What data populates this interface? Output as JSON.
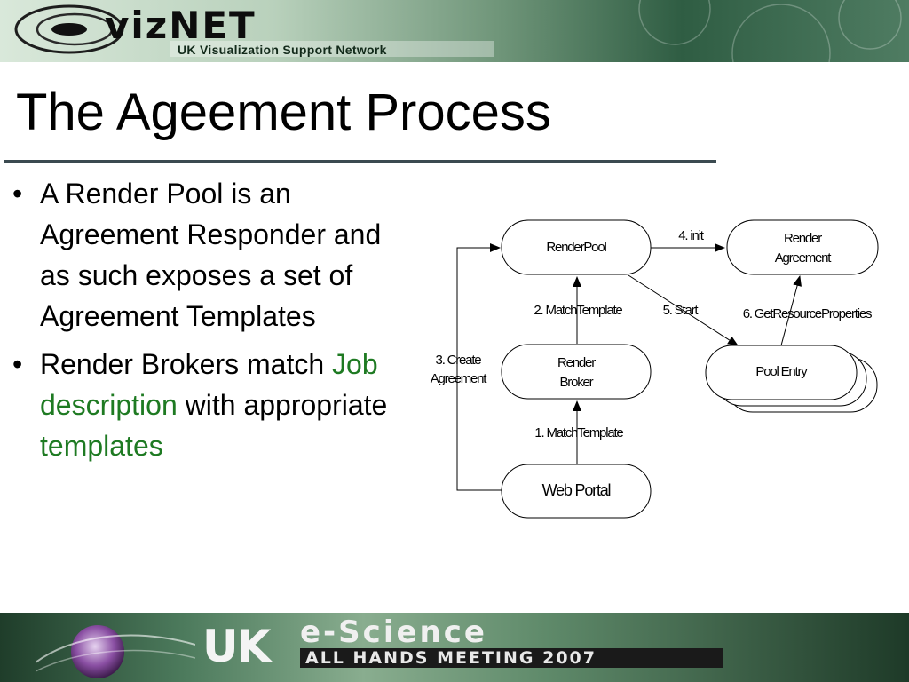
{
  "header": {
    "logo": "vizNET",
    "subtitle": "UK Visualization Support Network"
  },
  "slide": {
    "title": "The Ageement Process",
    "bullets": [
      {
        "text": "A Render Pool is an Agreement Responder and as such exposes a set of Agreement Templates"
      },
      {
        "prefix": "Render Brokers match ",
        "highlight1": "Job description",
        "middle": " with appropriate ",
        "highlight2": "templates"
      }
    ],
    "bullet_symbol": "•",
    "highlight_color": "#1e7a22"
  },
  "diagram": {
    "nodes": {
      "render_pool": "RenderPool",
      "render_agreement": [
        "Render",
        "Agreement"
      ],
      "render_broker": [
        "Render",
        "Broker"
      ],
      "pool_entry": "Pool Entry",
      "web_portal": "Web Portal"
    },
    "edges": {
      "match_template_1": "1. MatchTemplate",
      "match_template_2": "2. MatchTemplate",
      "create_agreement": [
        "3. Create",
        "Agreement"
      ],
      "init": "4. init",
      "start": "5. Start",
      "get_resource_properties": "6. GetResourceProperties"
    }
  },
  "footer": {
    "uk": "UK",
    "escience": "e-Science",
    "event": "ALL HANDS MEETING 2007"
  }
}
